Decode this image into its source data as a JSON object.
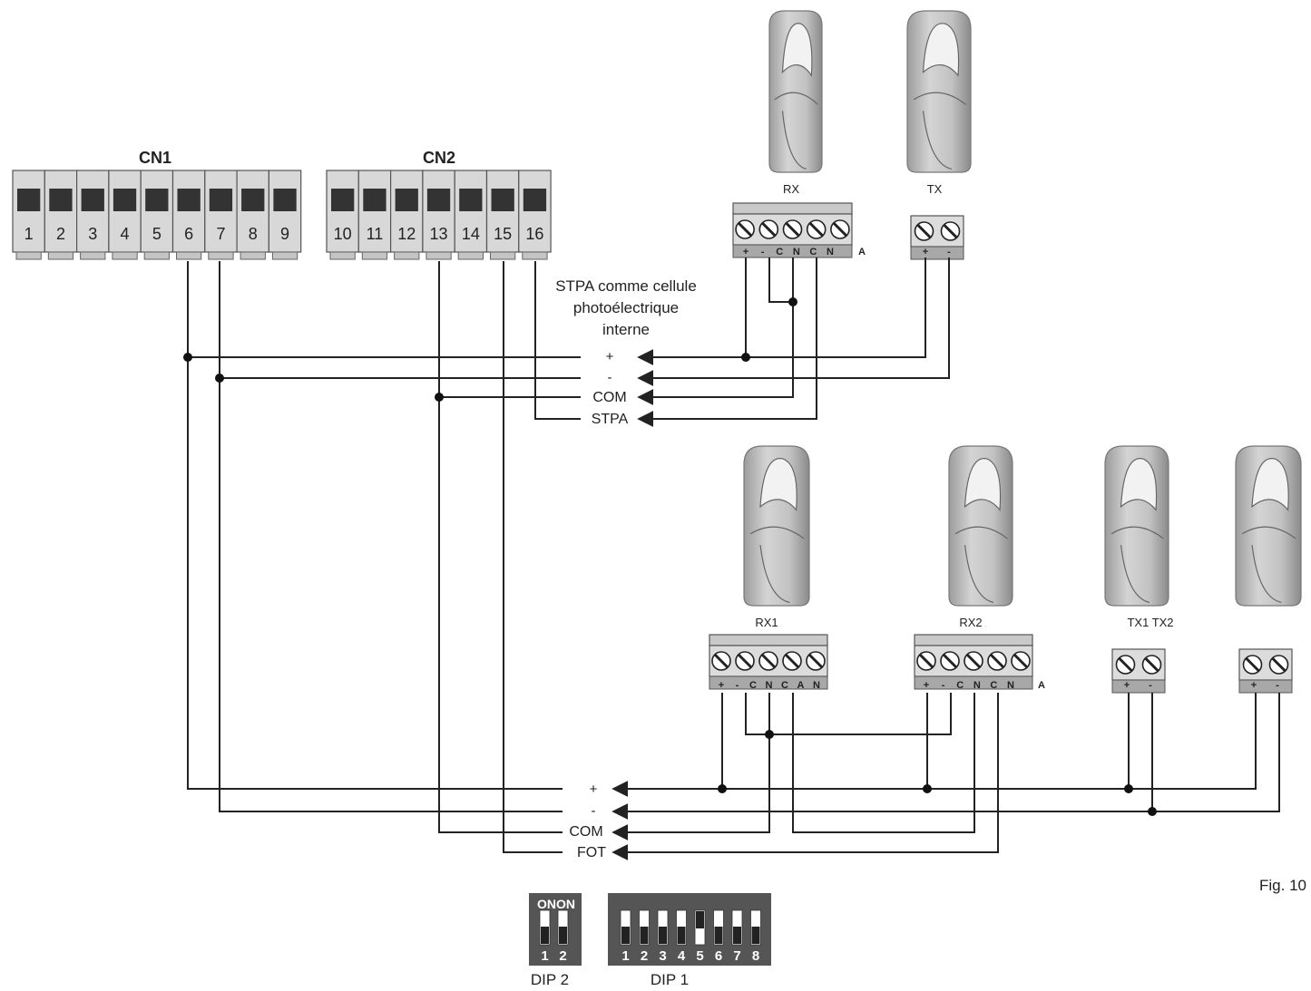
{
  "connectors": [
    {
      "label": "CN1",
      "pins": [
        "1",
        "2",
        "3",
        "4",
        "5",
        "6",
        "7",
        "8",
        "9"
      ]
    },
    {
      "label": "CN2",
      "pins": [
        "10",
        "11",
        "12",
        "13",
        "14",
        "15",
        "16"
      ]
    }
  ],
  "note_stpa": [
    "STPA comme cellule",
    "photoélectrique",
    "interne"
  ],
  "upper_bus": [
    "+",
    "-",
    "COM",
    "STPA"
  ],
  "lower_bus": [
    "+",
    "-",
    "COM",
    "FOT"
  ],
  "upper_devices": {
    "rx_label": "RX",
    "tx_label": "TX",
    "rx_terminals": [
      "+",
      "-",
      "C",
      "N",
      "C",
      "N"
    ],
    "rx_suffix": "A",
    "tx_terminals": [
      "+",
      "-"
    ]
  },
  "lower_devices": {
    "rx1_label": "RX1",
    "rx2_label": "RX2",
    "tx_label": "TX1 TX2",
    "rx1_terminals": [
      "+",
      "-",
      "C",
      "N",
      "C",
      "A",
      "N"
    ],
    "rx2_terminals": [
      "+",
      "-",
      "C",
      "N",
      "C",
      "N"
    ],
    "rx2_suffix": "A",
    "tx_terminals": [
      "+",
      "-"
    ]
  },
  "figure_label": "Fig. 10",
  "dip2": {
    "label": "DIP 2",
    "header": "ONON",
    "numbers": [
      "1",
      "2"
    ],
    "positions": [
      "down",
      "down"
    ]
  },
  "dip1": {
    "label": "DIP 1",
    "numbers": [
      "1",
      "2",
      "3",
      "4",
      "5",
      "6",
      "7",
      "8"
    ],
    "positions": [
      "down",
      "down",
      "down",
      "down",
      "up",
      "down",
      "down",
      "down"
    ]
  },
  "colors": {
    "wire": "#222222",
    "dip_body": "#555555",
    "device": "#c8c8c8",
    "terminal": "#d8d8d8"
  }
}
